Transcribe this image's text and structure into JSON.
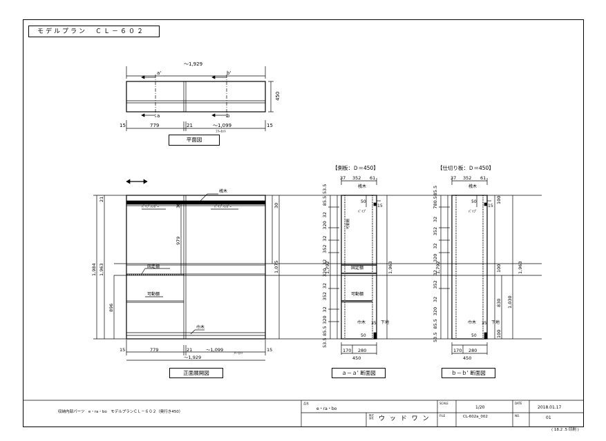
{
  "title": "モデルプラン　ＣＬ－６０２",
  "plan": {
    "overall": "～1,929",
    "sec_a_top": "a'",
    "sec_b_top": "b'",
    "sec_a_bottom": "a",
    "sec_b_bottom": "b",
    "depth": "450",
    "w_left_end": "15",
    "w_left": "779",
    "w_mid": "21",
    "w_right": "～1,099",
    "free_cut": "ﾌﾘｰｶｯﾄ",
    "w_right_end": "15",
    "caption": "平面図"
  },
  "front": {
    "top_rail_label": "桟木",
    "pipe_hanger_left": "ﾊﾟｲﾌﾟﾊﾝｶﾞｰ",
    "pipe_hanger_right": "ﾊﾟｲﾌﾟﾊﾝｶﾞｰ",
    "fixed_shelf": "固定棚",
    "movable_shelf": "可動棚",
    "bottom_rail_label": "巾木",
    "h_total": "1,984",
    "h_inner": "1,963",
    "h_top": "21",
    "h_lower": "896",
    "h_upper": "979",
    "h_top_gap_left": "30",
    "h_top_gap_right": "30",
    "h_right": "1,075",
    "w_left_end": "15",
    "w_left": "779",
    "w_mid": "21",
    "w_right": "～1,099",
    "free_cut": "ﾌﾘｰｶｯﾄ",
    "w_right_end": "15",
    "overall": "～1,929",
    "caption": "正面展開図"
  },
  "section_a": {
    "header": "【側板：Ｄ＝450】",
    "top_dims": [
      "37",
      "352",
      "61"
    ],
    "left_dims": [
      "53.5",
      "85.5",
      "320",
      "32",
      "352",
      "32",
      "320",
      "32",
      "352",
      "32",
      "320",
      "32",
      "85.5",
      "53.5"
    ],
    "h_total": "1,792",
    "h_right": "1,963",
    "top_rail_label": "桟木",
    "pipe_label": "ﾊﾟｲﾌﾟ",
    "fixed_shelf": "固定棚",
    "movable_shelf": "可動棚",
    "movable_shelf_side": "可動棚",
    "bottom_rail_label": "巾木",
    "floor_label": "下地",
    "small_dims": [
      "50",
      "15",
      "35",
      "50"
    ],
    "bottom_dims": [
      "170",
      "280"
    ],
    "width": "450",
    "caption": "ａ－ａ' 断面図"
  },
  "section_b": {
    "header": "【仕切り板：Ｄ＝450】",
    "top_dims": [
      "37",
      "352",
      "61"
    ],
    "left_dims": [
      "53.5",
      "85.5",
      "320",
      "32",
      "352",
      "32",
      "320",
      "32",
      "352",
      "32",
      "780.5",
      "85.5"
    ],
    "h_total": "1,792",
    "right_dims": [
      "100",
      "100",
      "830",
      "1,030",
      "100"
    ],
    "h_right": "1,963",
    "top_rail_label": "桟木",
    "pipe_label": "ﾊﾟｲﾌﾟ",
    "bottom_rail_label": "巾木",
    "floor_label": "下地",
    "small_dims": [
      "50",
      "15",
      "35",
      "50"
    ],
    "bottom_dims": [
      "170",
      "280"
    ],
    "width": "450",
    "caption": "ｂ－ｂ' 断面図"
  },
  "title_block": {
    "description": "収納内部パーツ　e・ra・bo　モデルプランＣＬ－６０２（奥行き450）",
    "item_label": "品名",
    "item_value": "e・ra・bo",
    "company_label": "株式会社",
    "company": "ウ ッ ド ワ ン",
    "scale_label": "SCALE",
    "scale": "1/20",
    "file_label": "FILE",
    "file": "CL-602a_002",
    "date_label": "DATE",
    "date": "2018.01.17",
    "no_label": "NO.",
    "no": "01",
    "footer": "( 18.2 .5  印刷 )"
  }
}
